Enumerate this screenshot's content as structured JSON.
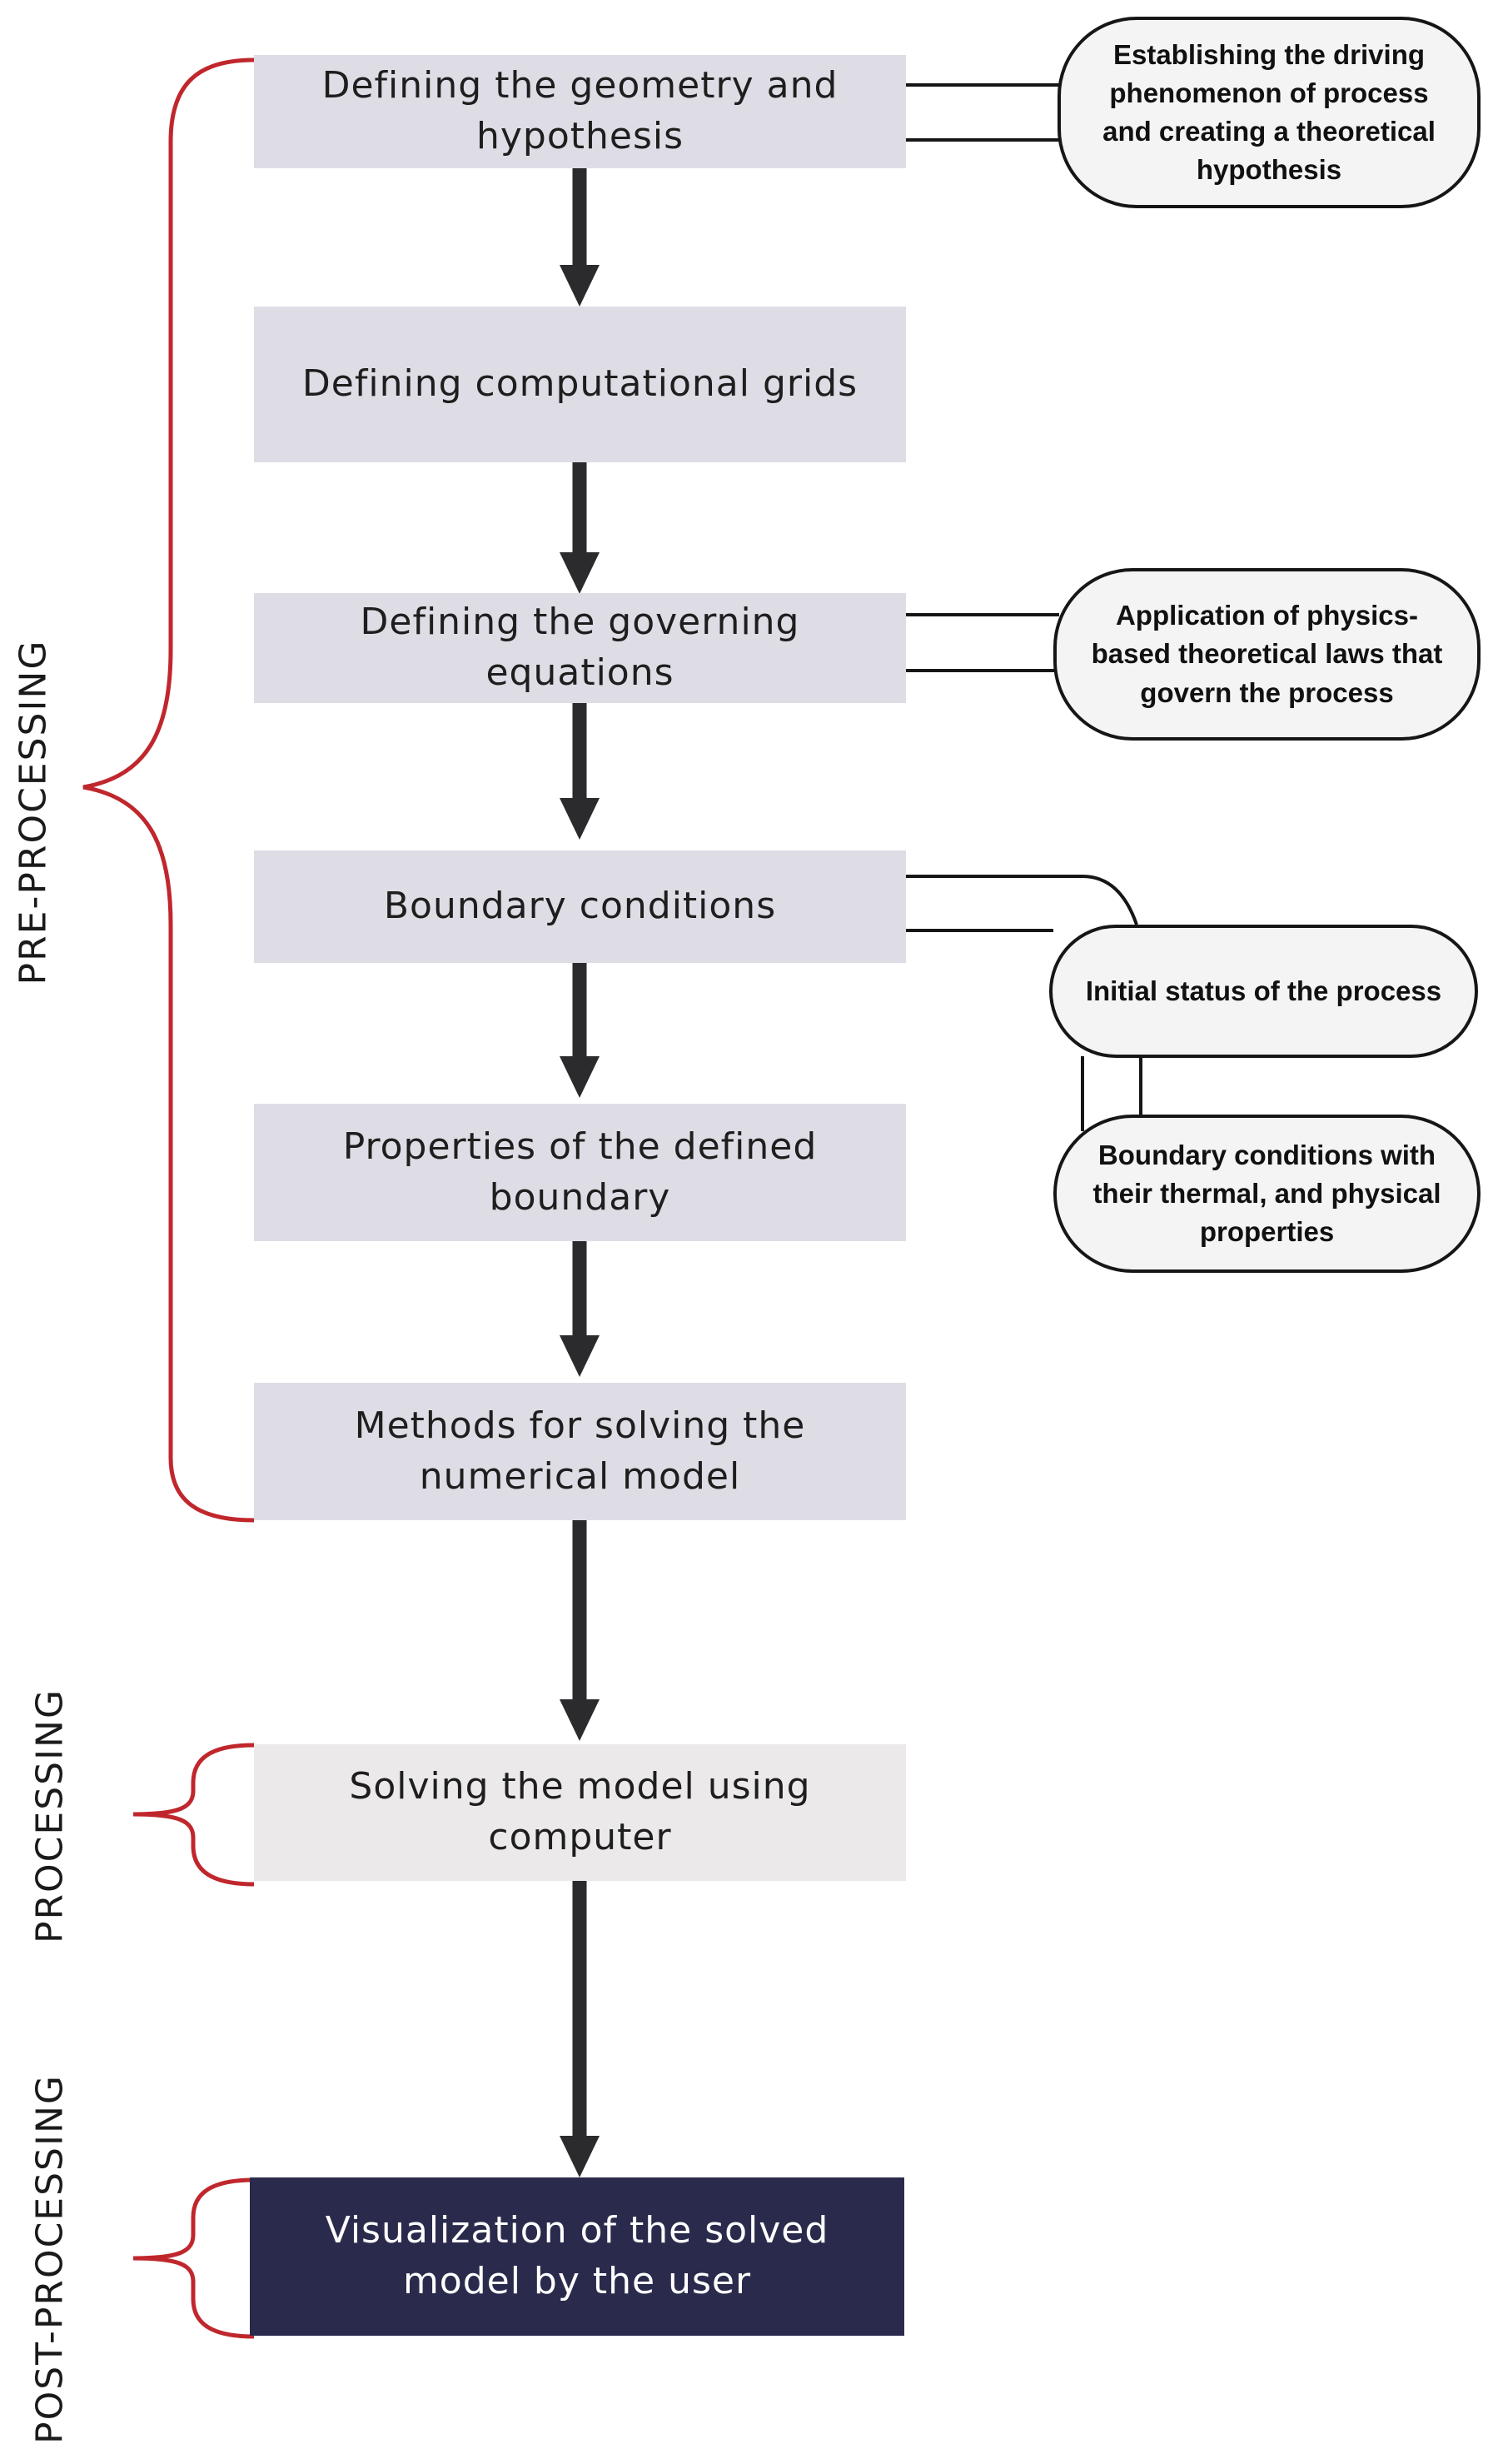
{
  "steps": [
    {
      "id": "geometry",
      "text": "Defining the geometry and hypothesis"
    },
    {
      "id": "grids",
      "text": "Defining computational grids"
    },
    {
      "id": "equations",
      "text": "Defining the governing equations"
    },
    {
      "id": "boundary",
      "text": "Boundary conditions"
    },
    {
      "id": "properties",
      "text": "Properties of the defined boundary"
    },
    {
      "id": "methods",
      "text": "Methods for solving the numerical model"
    },
    {
      "id": "solving",
      "text": "Solving the model using computer"
    },
    {
      "id": "visualization",
      "text": "Visualization of the solved model by the user"
    }
  ],
  "notes": [
    {
      "id": "driving",
      "text": "Establishing the driving phenomenon of process and creating a theoretical hypothesis"
    },
    {
      "id": "physics",
      "text": "Application of physics-based theoretical laws that govern the process"
    },
    {
      "id": "initial",
      "text": "Initial status of the process"
    },
    {
      "id": "boundary-props",
      "text": "Boundary conditions with their thermal, and physical properties"
    }
  ],
  "stages": {
    "pre": "PRE-PROCESSING",
    "processing": "PROCESSING",
    "post": "POST-PROCESSING"
  },
  "colors": {
    "step_fill": "#dedde5",
    "solve_fill": "#ebe9e9",
    "final_fill": "#2a2b4c",
    "brace": "#c0272d",
    "arrow": "#2b2b2e"
  }
}
